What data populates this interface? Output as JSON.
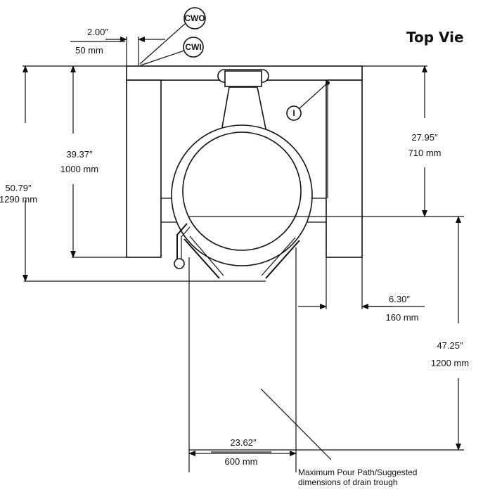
{
  "view_title": "Top Vie",
  "callouts": {
    "cwo": "CWO",
    "cwi": "CWI",
    "i": "I"
  },
  "dimensions": {
    "gap_in": "2.00″",
    "gap_mm": "50 mm",
    "overall_depth_in": "50.79″",
    "overall_depth_mm": "1290 mm",
    "frame_depth_in": "39.37″",
    "frame_depth_mm": "1000 mm",
    "pivot_offset_in": "27.95″",
    "pivot_offset_mm": "710 mm",
    "leg_clear_in": "6.30″",
    "leg_clear_mm": "160 mm",
    "pour_path_in": "47.25″",
    "pour_path_mm": "1200 mm",
    "trough_width_in": "23.62″",
    "trough_width_mm": "600 mm"
  },
  "note": {
    "line1": "Maximum Pour Path/Suggested",
    "line2": "dimensions of drain trough"
  }
}
